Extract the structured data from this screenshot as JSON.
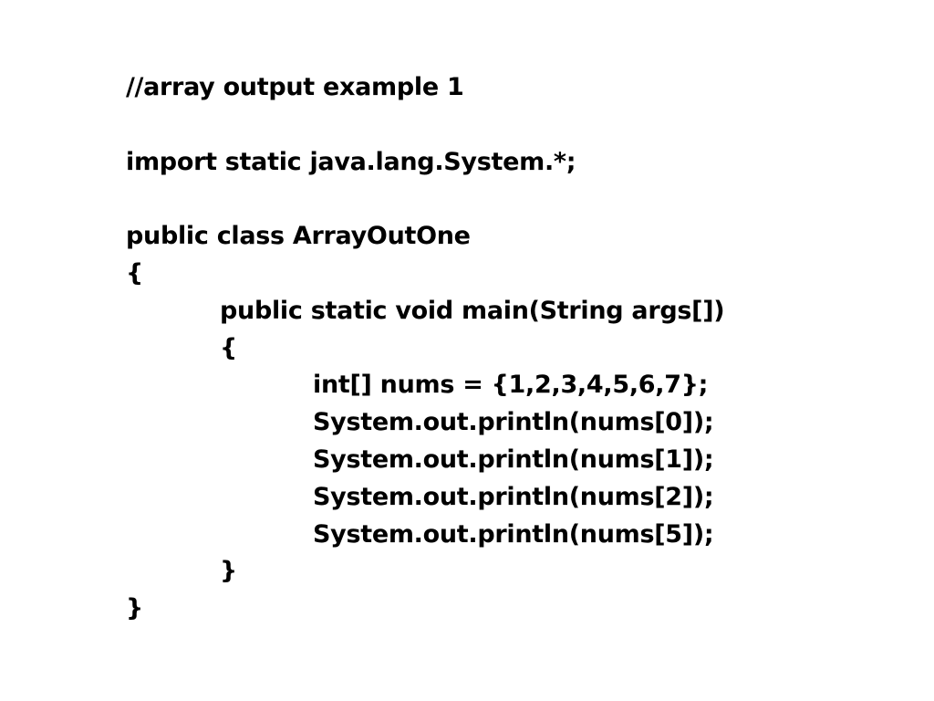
{
  "slide": {
    "code_lines": [
      "//array output example 1",
      "",
      "import static java.lang.System.*;",
      "",
      "public class ArrayOutOne",
      "{",
      "public static void main(String args[])",
      "{",
      "int[] nums = {1,2,3,4,5,6,7};",
      "System.out.println(nums[0]);",
      "System.out.println(nums[1]);",
      "System.out.println(nums[2]);",
      "System.out.println(nums[5]);",
      "}",
      "}"
    ]
  }
}
